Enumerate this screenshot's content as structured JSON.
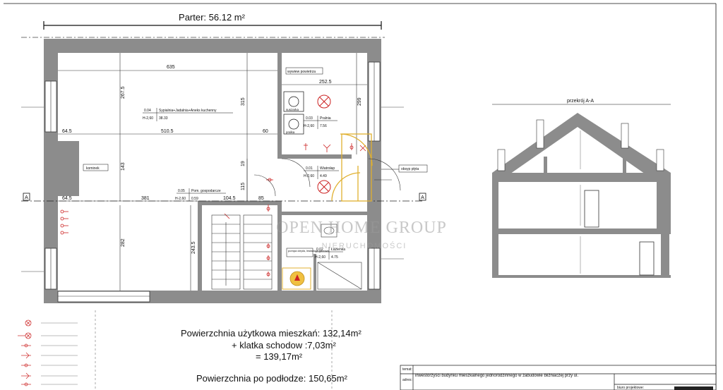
{
  "header": {
    "title": "Parter: 56.12 m²"
  },
  "section": {
    "title": "przekrój A-A"
  },
  "rooms": [
    {
      "code": "0.04",
      "name": "Sypialnia+Jadalnia+Aneks kuchenny",
      "height": "H-2,60",
      "area": "38.33"
    },
    {
      "code": "0.03",
      "name": "Pralnia",
      "height": "H-2,60",
      "area": "7.56"
    },
    {
      "code": "0.01",
      "name": "Wiatrołap",
      "height": "H-2,60",
      "area": "4.49"
    },
    {
      "code": "0.05",
      "name": "Pom. gospodarcze",
      "height": "H-2,60",
      "area": "0.59"
    },
    {
      "code": "0.02",
      "name": "Łazienka",
      "height": "H-2,60",
      "area": "4.75"
    }
  ],
  "labels": {
    "kominek": "kominek",
    "wywiew": "wywiew powietrza",
    "szuszarka": "suszarka",
    "pralka": "pralka",
    "obsypka": "obsyp płyta",
    "pompa": "pompa ciepła, instalacja gazowa",
    "section_a_left": "A",
    "section_a_right": "A"
  },
  "dimensions": {
    "d635": "635",
    "d2675": "267.5",
    "d315": "315",
    "d2525": "252.5",
    "d299": "299",
    "d645a": "64.5",
    "d5105": "510.5",
    "d60": "60",
    "d143": "143",
    "d19": "19",
    "d645b": "64.5",
    "d381": "381",
    "d1045": "104.5",
    "d115": "115",
    "d85": "85",
    "d282": "282",
    "d2435": "243.5"
  },
  "area_summary": {
    "line1": "Powierzchnia użytkowa mieszkań: 132,14m²",
    "line2": "+    klatka schodow :7,03m²",
    "line3": "=    139,17m²",
    "line4": "Powierzchnia po podłodze: 150,65m²"
  },
  "watermark": {
    "brand": "OPEN HOME GROUP",
    "sub": "NIERUCHOMOŚCI"
  },
  "title_block": {
    "temat_label": "temat:",
    "temat_text": "inwestorzyści budynku mieszkalnego jednorodzinnego w zabudowie bliźniaczej przy ul.",
    "adres_label": "adres:",
    "biuro_label": "biuro projektowe:"
  },
  "colors": {
    "wall": "#8c8c8c",
    "line": "#1a1a1a",
    "accent_red": "#cc2222",
    "accent_yellow": "#e0b030"
  }
}
